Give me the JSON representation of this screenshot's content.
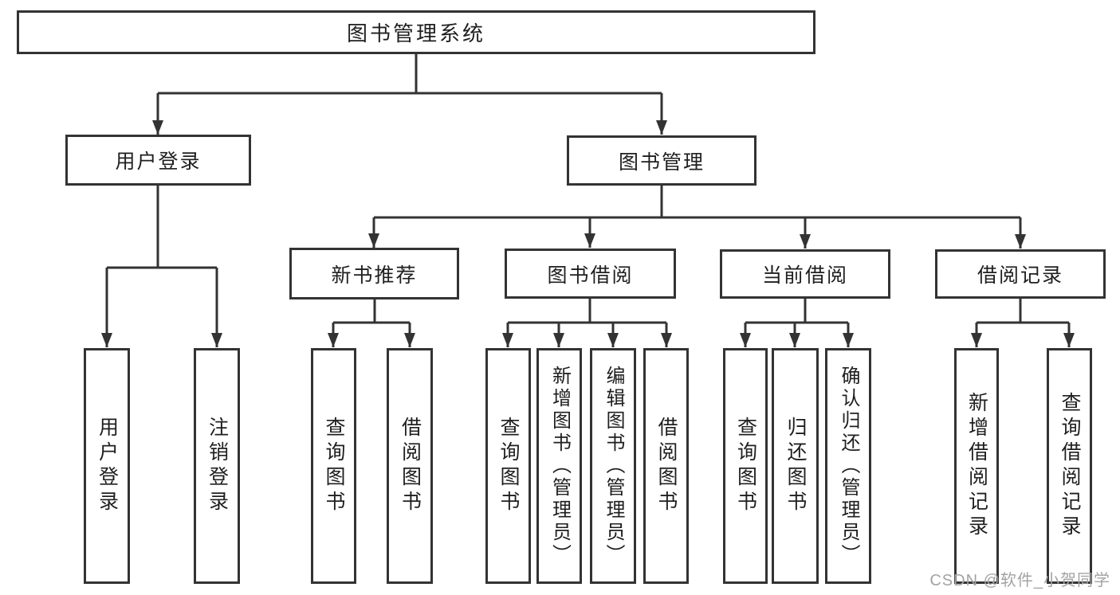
{
  "diagram": {
    "root": "图书管理系统",
    "branches": [
      {
        "label": "用户登录",
        "children": [
          "用户登录",
          "注销登录"
        ]
      },
      {
        "label": "图书管理",
        "sections": [
          {
            "label": "新书推荐",
            "children": [
              "查询图书",
              "借阅图书"
            ]
          },
          {
            "label": "图书借阅",
            "children": [
              "查询图书",
              "新增图书（管理员）",
              "编辑图书（管理员）",
              "借阅图书"
            ]
          },
          {
            "label": "当前借阅",
            "children": [
              "查询图书",
              "归还图书",
              "确认归还（管理员）"
            ]
          },
          {
            "label": "借阅记录",
            "children": [
              "新增借阅记录",
              "查询借阅记录"
            ]
          }
        ]
      }
    ]
  },
  "watermark": "CSDN @软件_小贺同学",
  "colors": {
    "line": "#333333",
    "text": "#1f1f1f",
    "watermark": "#a3a3a3",
    "background": "#ffffff"
  }
}
